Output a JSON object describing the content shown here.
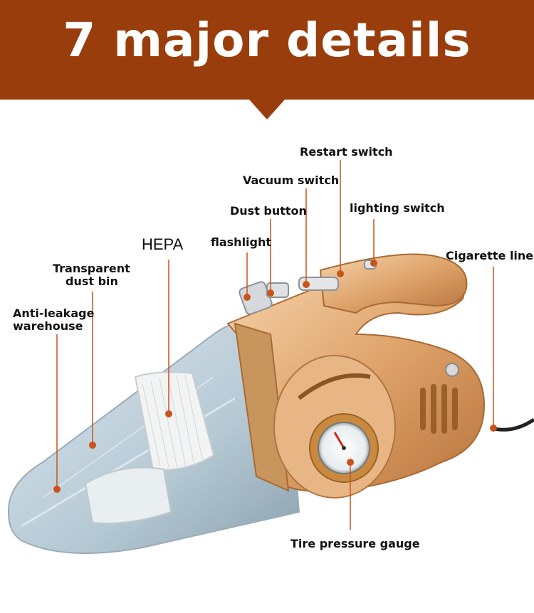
{
  "banner": {
    "title": "7 major details",
    "color": "#9a3d0c"
  },
  "product": {
    "body_color": "#e0a872",
    "bin_color": "#b8cbd6"
  },
  "callouts": {
    "restart_switch": "Restart switch",
    "vacuum_switch": "Vacuum switch",
    "dust_button": "Dust button",
    "lighting_switch": "lighting switch",
    "flashlight": "flashlight",
    "hepa": "HEPA",
    "cigarette_line": "Cigarette line",
    "transparent_dust_bin_1": "Transparent",
    "transparent_dust_bin_2": "dust bin",
    "anti_leakage_1": "Anti-leakage",
    "anti_leakage_2": "warehouse",
    "tire_pressure_gauge": "Tire pressure gauge"
  },
  "leader_color": "#c8541a"
}
